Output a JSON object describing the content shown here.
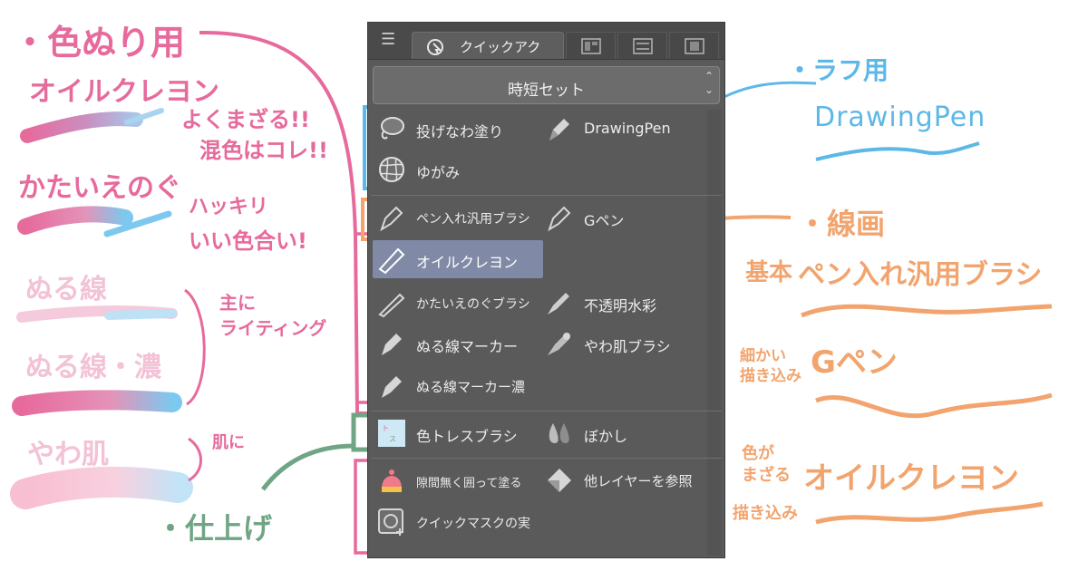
{
  "panel": {
    "tab_label": "クイックアク",
    "set_selector": "時短セット",
    "items": [
      {
        "label": "投げなわ塗り",
        "icon": "lasso-fill-icon"
      },
      {
        "label": "DrawingPen",
        "icon": "pen-nib-icon"
      },
      {
        "label": "ゆがみ",
        "icon": "liquify-grid-icon"
      },
      {
        "label": "ペン入れ汎用ブラシ",
        "icon": "pen-nib-icon"
      },
      {
        "label": "Gペン",
        "icon": "pen-nib-icon"
      },
      {
        "label": "オイルクレヨン",
        "icon": "crayon-icon"
      },
      {
        "label": "かたいえのぐブラシ",
        "icon": "brush-icon"
      },
      {
        "label": "不透明水彩",
        "icon": "brush-icon"
      },
      {
        "label": "ぬる線マーカー",
        "icon": "marker-icon"
      },
      {
        "label": "やわ肌ブラシ",
        "icon": "brush-icon"
      },
      {
        "label": "ぬる線マーカー濃",
        "icon": "marker-icon"
      },
      {
        "label": "色トレスブラシ",
        "icon": "color-trace-icon"
      },
      {
        "label": "ぼかし",
        "icon": "blur-drops-icon"
      },
      {
        "label": "隙間無く囲って塗る",
        "icon": "fill-bucket-icon"
      },
      {
        "label": "他レイヤーを参照",
        "icon": "reference-fill-icon"
      },
      {
        "label": "クイックマスクの実",
        "icon": "quick-mask-icon"
      }
    ]
  },
  "notes": {
    "left_title": "・色ぬり用",
    "left_sub": "オイルクレヨン",
    "mix1": "よくまざる!!",
    "mix2": "混色はコレ!!",
    "katai": "かたいえのぐ",
    "hakkiri1": "ハッキリ",
    "hakkiri2": "いい色合い!",
    "nuru": "ぬる線",
    "omo1": "主に",
    "omo2": "ライティング",
    "nuru_koi": "ぬる線・濃",
    "yawa": "やわ肌",
    "hada": "肌に",
    "finish": "・仕上げ",
    "rough1": "・ラフ用",
    "rough2": "DrawingPen",
    "line_title": "・線画",
    "kihon": "基本",
    "kihon_brush": "ペン入れ汎用ブラシ",
    "detail1": "細かい",
    "detail2": "描き込み",
    "gpen": "Gペン",
    "mix_a": "色が",
    "mix_b": "まざる",
    "mix_c": "描き込み",
    "oil": "オイルクレヨン"
  },
  "colors": {
    "pink": "#e76a9c",
    "blue": "#5cb8e8",
    "orange": "#f2a46e",
    "green": "#6fa585",
    "panel_bg": "#5a5a5a",
    "selected_bg": "#808aa6"
  }
}
